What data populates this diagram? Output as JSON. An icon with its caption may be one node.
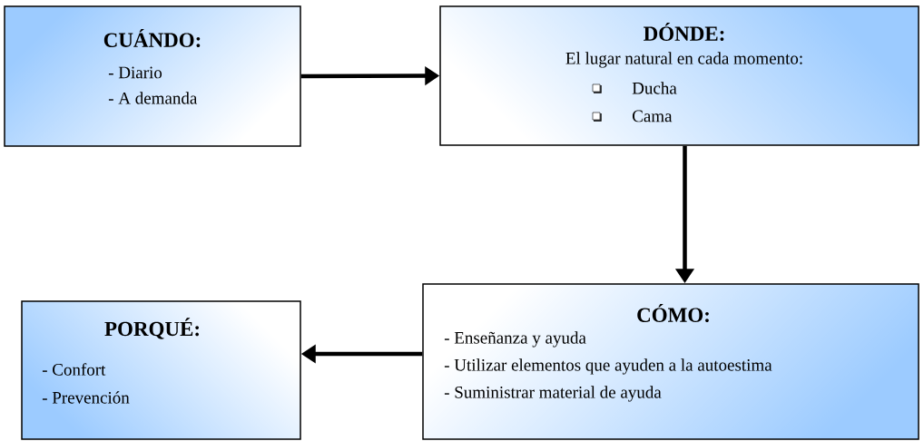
{
  "diagram": {
    "nodes": [
      {
        "text": [
          "CUÁNDO:",
          "- Diario",
          "- A demanda"
        ]
      },
      {
        "text": [
          "DÓNDE:",
          "El lugar natural en cada momento:",
          "Ducha",
          "Cama"
        ]
      },
      {
        "text": [
          "CÓMO:",
          "- Enseñanza y ayuda",
          "- Utilizar elementos que ayuden a la autoestima",
          "- Suministrar material de ayuda"
        ]
      },
      {
        "text": [
          "PORQUÉ:",
          "- Confort",
          "- Prevención"
        ]
      }
    ],
    "edges": [
      {
        "from": 0,
        "to": 1,
        "arrow": "to"
      },
      {
        "from": 1,
        "to": 2,
        "arrow": "to"
      },
      {
        "from": 2,
        "to": 3,
        "arrow": "to"
      }
    ]
  }
}
